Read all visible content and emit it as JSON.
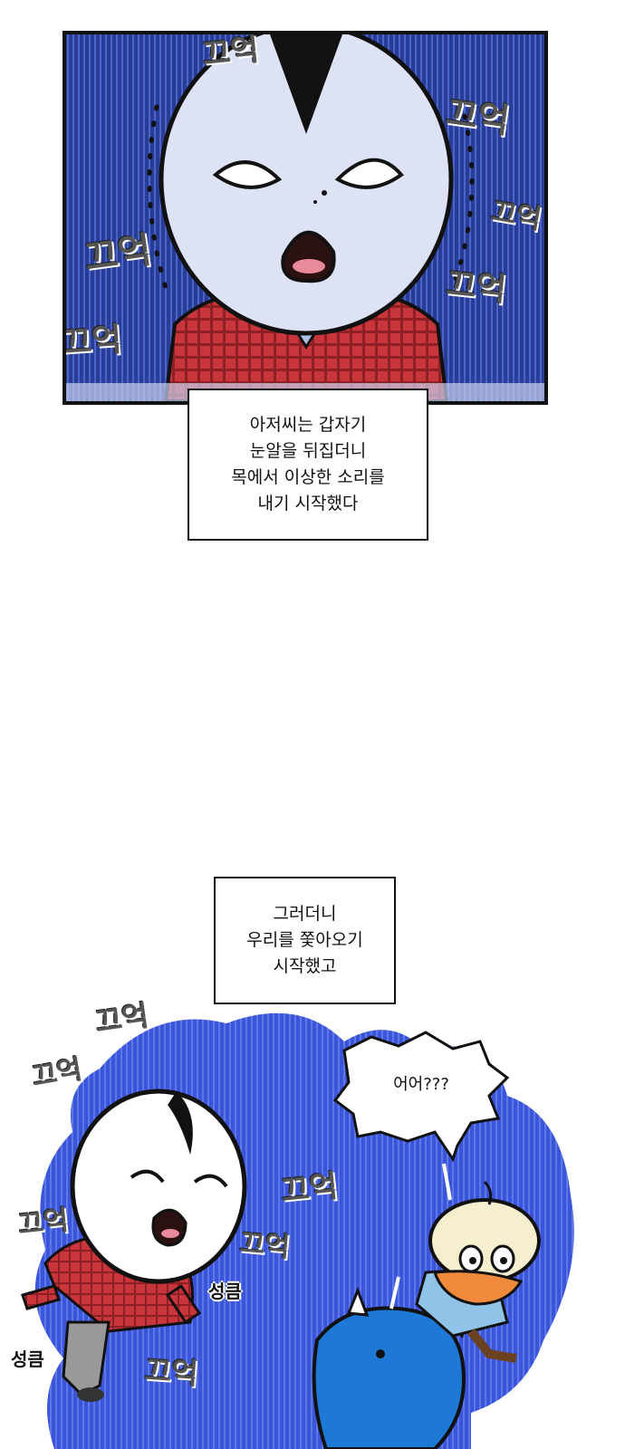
{
  "panel_top": {
    "sfx": [
      "끄억",
      "끄억",
      "끄억",
      "끄억",
      "끄억",
      "끄억"
    ]
  },
  "caption_1": {
    "lines": [
      "아저씨는 갑자기",
      "눈알을 뒤집더니",
      "목에서 이상한 소리를",
      "내기 시작했다"
    ]
  },
  "caption_2": {
    "lines": [
      "그러더니",
      "우리를 쫓아오기",
      "시작했고"
    ]
  },
  "panel_bottom": {
    "bubble": "어어???",
    "step_sfx_right": "성큼",
    "step_sfx_left": "성큼",
    "sfx": [
      "끄억",
      "끄억",
      "끄억",
      "끄억",
      "끄억",
      "끄억"
    ]
  },
  "colors": {
    "panel_blue": "#2a3d96",
    "splash_blue": "#3a55d9",
    "shirt_red": "#c8353a",
    "monster_blue": "#1e78d6",
    "duck_skin": "#f6efcf",
    "duck_beak": "#f08a3c"
  }
}
